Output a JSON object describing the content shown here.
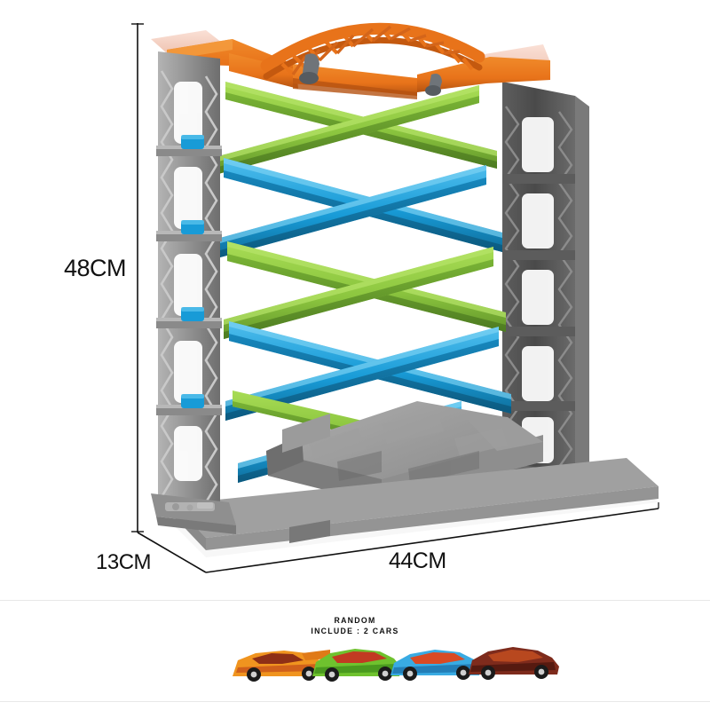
{
  "product": {
    "name": "multi-level-die-cast-car-race-track-tower",
    "colors": {
      "track_green": "#8CC63F",
      "track_blue": "#189BD7",
      "track_orange": "#E8731A",
      "tower_gray_light": "#9A9A9A",
      "tower_gray_mid": "#7E7E7E",
      "tower_gray_dark": "#4F4F4F",
      "base_gray": "#8B8B8B",
      "bridge_pink": "#F3CFC2",
      "background": "#FFFFFF",
      "dimension_line": "#111111"
    }
  },
  "dimensions": {
    "height": "48CM",
    "depth": "13CM",
    "width": "44CM"
  },
  "cars_note": {
    "line1": "RANDOM",
    "line2": "INCLUDE : 2 CARS"
  },
  "cars": [
    {
      "name": "car-orange",
      "body": "#F0941F",
      "accent": "#C8531A",
      "window": "#8E2F16",
      "label": "orange race car"
    },
    {
      "name": "car-green",
      "body": "#6FC22E",
      "accent": "#3E8C1B",
      "window": "#C23A22",
      "label": "green race car"
    },
    {
      "name": "car-blue",
      "body": "#39ABE3",
      "accent": "#1C6FA8",
      "window": "#D94A24",
      "label": "blue race car"
    },
    {
      "name": "car-darkred",
      "body": "#7E2B1C",
      "accent": "#4C170E",
      "window": "#B8481F",
      "label": "dark red race car"
    }
  ],
  "track": {
    "levels": 5,
    "ramp_colors": [
      "#8CC63F",
      "#189BD7"
    ],
    "top_bridge": "orange truss arch",
    "base": "gray rock mountain base"
  }
}
